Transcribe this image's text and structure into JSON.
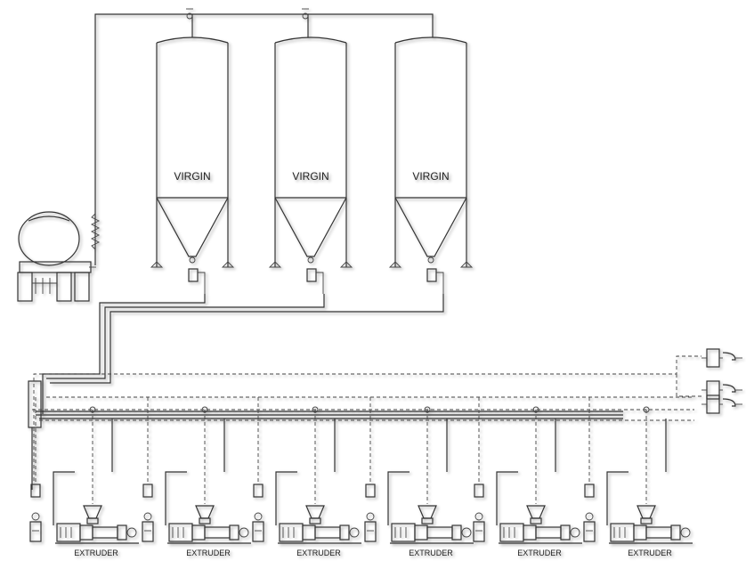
{
  "silos": [
    {
      "label": "VIRGIN"
    },
    {
      "label": "VIRGIN"
    },
    {
      "label": "VIRGIN"
    }
  ],
  "extruders": [
    {
      "label": "EXTRUDER"
    },
    {
      "label": "EXTRUDER"
    },
    {
      "label": "EXTRUDER"
    },
    {
      "label": "EXTRUDER"
    },
    {
      "label": "EXTRUDER"
    },
    {
      "label": "EXTRUDER"
    }
  ],
  "blowers_count": 3
}
